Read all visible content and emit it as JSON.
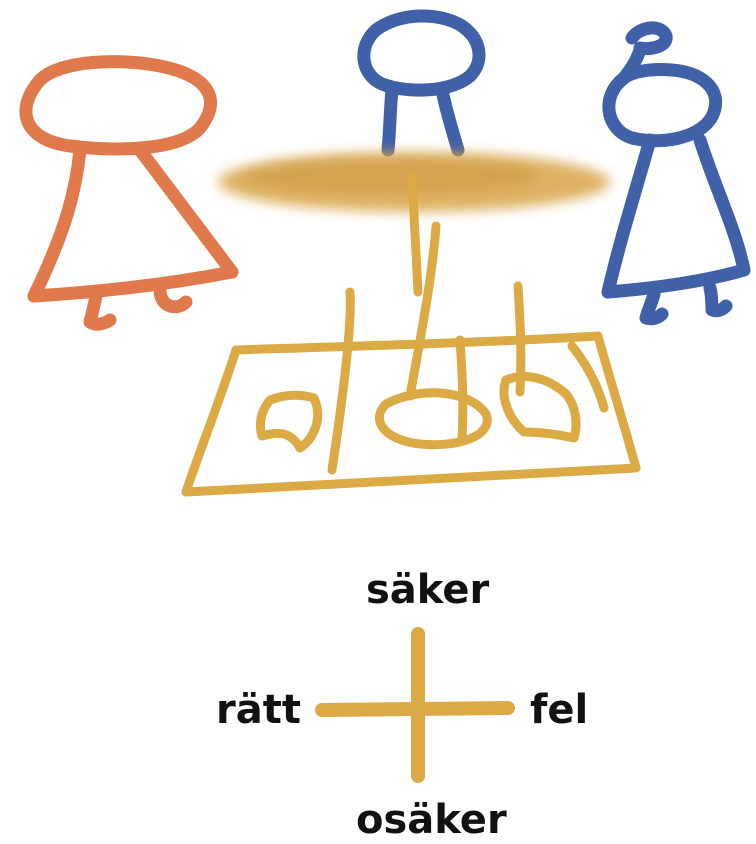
{
  "colors": {
    "orange_figure": "#E07A4C",
    "blue_figure": "#4060A8",
    "gold": "#DCAA45",
    "table_wash": "#D9A54A",
    "text": "#111111"
  },
  "illustration": {
    "figures": [
      "person-orange-icon",
      "person-blue-icon",
      "person-blue-bun-icon"
    ],
    "table": "table-wash-icon",
    "board": "map-board-icon"
  },
  "axis": {
    "top": "säker",
    "bottom": "osäker",
    "left": "rätt",
    "right": "fel"
  }
}
